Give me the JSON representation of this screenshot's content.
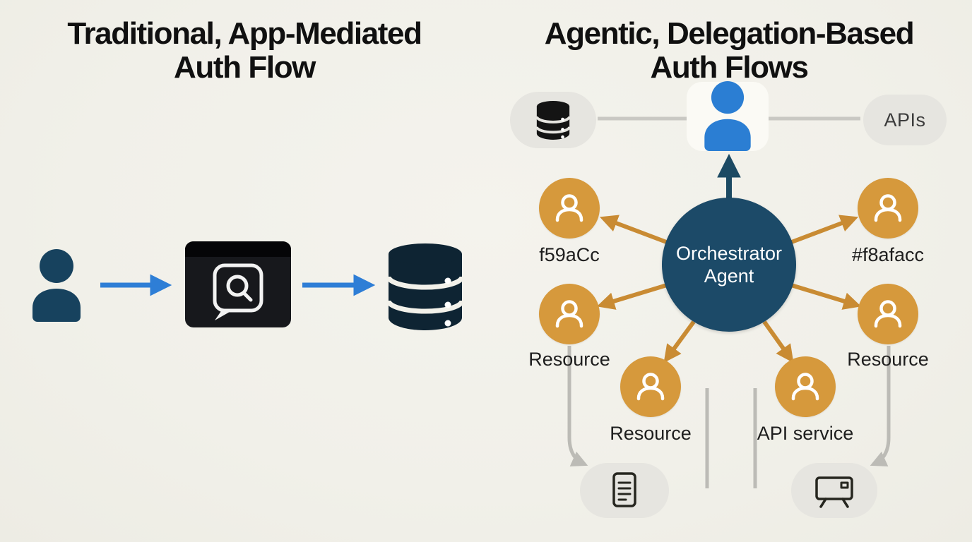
{
  "left_panel": {
    "title_line1": "Traditional, App-Mediated",
    "title_line2": "Auth Flow",
    "icons": [
      {
        "name": "user-icon"
      },
      {
        "name": "app-window-search-icon"
      },
      {
        "name": "database-icon"
      }
    ]
  },
  "right_panel": {
    "title_line1": "Agentic, Delegation-Based",
    "title_line2": "Auth Flows",
    "top_row": {
      "database_pill_icon": "database-icon",
      "user_icon": "user-icon",
      "apis_pill_label": "APIs"
    },
    "orchestrator": {
      "label_line1": "Orchestrator",
      "label_line2": "Agent"
    },
    "agents": [
      {
        "label": "f59aCc",
        "position": "upper-left"
      },
      {
        "label": "#f8afacc",
        "position": "upper-right"
      },
      {
        "label": "Resource",
        "position": "mid-left"
      },
      {
        "label": "Resource",
        "position": "mid-right"
      },
      {
        "label": "Resource",
        "position": "bottom-left"
      },
      {
        "label": "API service",
        "position": "bottom-right"
      }
    ],
    "bottom_row": {
      "document_pill_icon": "document-icon",
      "monitor_pill_icon": "monitor-icon"
    }
  },
  "colors": {
    "background": "#f2f1ea",
    "dark_navy": "#1c4a68",
    "left_icon_dark": "#17425e",
    "app_icon_black": "#17181c",
    "database_dark": "#0e2433",
    "blue_arrow": "#2e7ed6",
    "blue_person": "#2b7ed3",
    "amber_agent": "#d6993c",
    "orange_arrow": "#c98b33",
    "gray_line": "#bcbbb6",
    "pill_gray": "#e6e5e0"
  }
}
